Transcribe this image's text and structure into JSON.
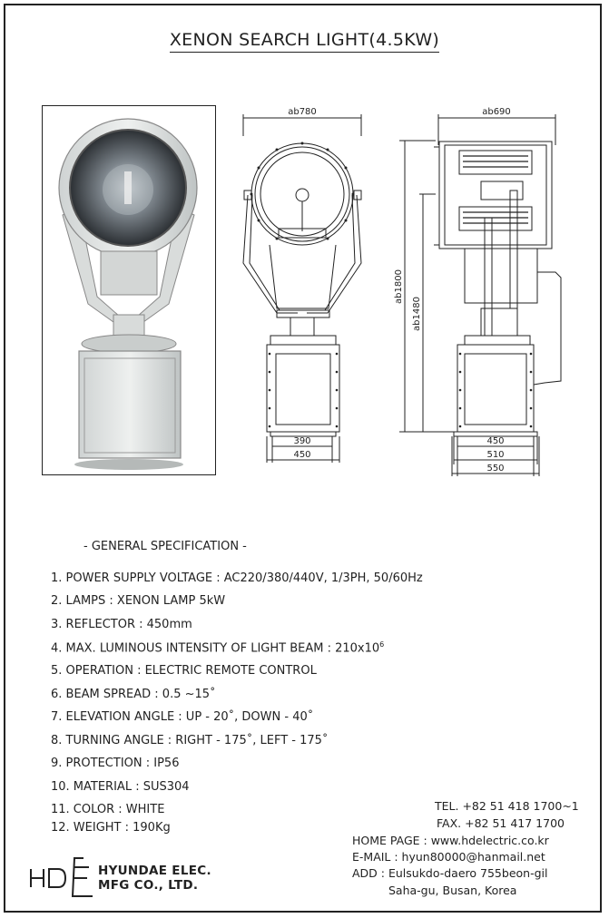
{
  "title": "XENON SEARCH LIGHT(4.5KW)",
  "dimensions": {
    "front_width": "ab780",
    "side_width": "ab690",
    "total_height": "ab1800",
    "post_height": "ab1480",
    "front_base_inner": "390",
    "front_base_outer": "450",
    "side_base_a": "450",
    "side_base_b": "510",
    "side_base_c": "550"
  },
  "spec_heading": "- GENERAL SPECIFICATION -",
  "specs": [
    {
      "text": "1. POWER SUPPLY VOLTAGE : AC220/380/440V, 1/3PH, 50/60Hz"
    },
    {
      "text": "2. LAMPS  :  XENON LAMP 5kW"
    },
    {
      "text": "3. REFLECTOR  :  450mm"
    },
    {
      "text": "4. MAX. LUMINOUS INTENSITY OF LIGHT BEAM : 210x10",
      "sup": "6"
    },
    {
      "text": "5. OPERATION : ELECTRIC REMOTE CONTROL"
    },
    {
      "text": "6. BEAM SPREAD : 0.5 ~15˚"
    },
    {
      "text": "7. ELEVATION ANGLE : UP - 20˚, DOWN - 40˚"
    },
    {
      "text": "8. TURNING ANGLE : RIGHT - 175˚, LEFT - 175˚"
    },
    {
      "text": "9. PROTECTION : IP56"
    },
    {
      "text": "10. MATERIAL : SUS304"
    },
    {
      "text": "11. COLOR : WHITE"
    },
    {
      "text": "12. WEIGHT : 190Kg"
    }
  ],
  "company": {
    "logo_mark": "HDE",
    "name_line1": "HYUNDAE ELEC.",
    "name_line2": "MFG CO., LTD."
  },
  "contact": {
    "tel": "TEL. +82 51 418 1700~1",
    "fax": "FAX. +82 51 417 1700",
    "homepage": "HOME PAGE : www.hdelectric.co.kr",
    "email": "E-MAIL : hyun80000@hanmail.net",
    "address1": "ADD : Eulsukdo-daero 755beon-gil",
    "address2": "Saha-gu, Busan, Korea"
  }
}
